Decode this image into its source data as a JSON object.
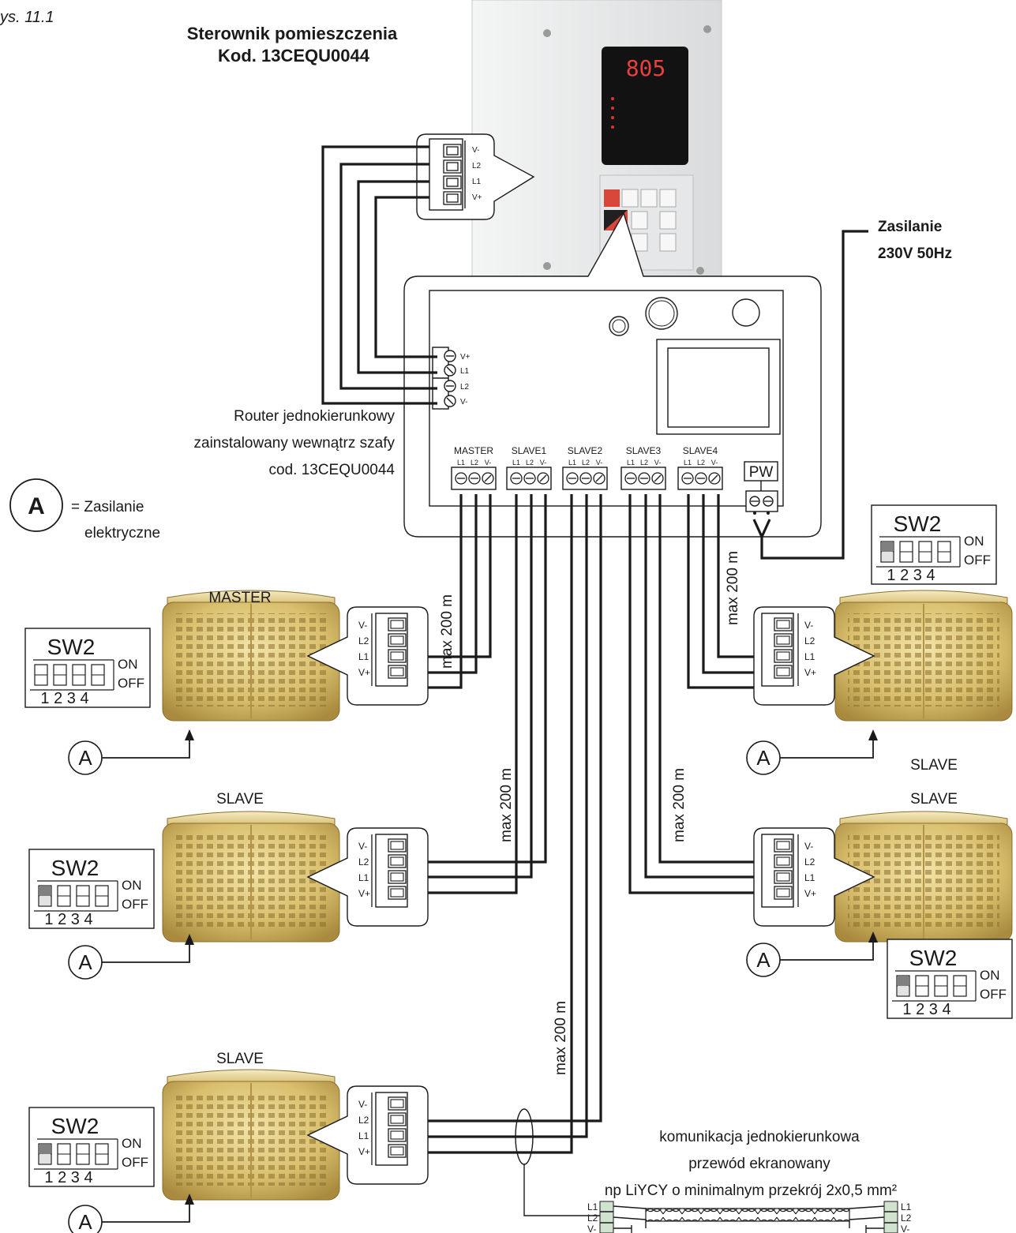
{
  "figure_label": "ys. 11.1",
  "controller": {
    "title_line1": "Sterownik pomieszczenia",
    "title_line2": "Kod. 13CEQU0044",
    "display_value": "805"
  },
  "power": {
    "line1": "Zasilanie",
    "line2": "230V 50Hz",
    "pw_label": "PW"
  },
  "router": {
    "caption_line1": "Router jednokierunkowy",
    "caption_line2": "zainstalowany wewnątrz szafy",
    "caption_line3": "cod. 13CEQU0044",
    "ports": [
      "MASTER",
      "SLAVE1",
      "SLAVE2",
      "SLAVE3",
      "SLAVE4"
    ],
    "port_pins": [
      "L1",
      "L2",
      "V-"
    ]
  },
  "terminal_pins": [
    "V-",
    "L2",
    "L1",
    "V+"
  ],
  "router_pins": [
    "V+",
    "L1",
    "L2",
    "V-"
  ],
  "legend": {
    "symbol": "A",
    "line1": "= Zasilanie",
    "line2": "elektryczne"
  },
  "cable_length": "max 200 m",
  "units": {
    "master": {
      "label": "MASTER",
      "sw_title": "SW2",
      "sw_on": "ON",
      "sw_off": "OFF",
      "sw_numbers": "1 2 3 4",
      "switch1_on": false
    },
    "slave_left_1": {
      "label": "SLAVE",
      "sw_title": "SW2",
      "sw_on": "ON",
      "sw_off": "OFF",
      "sw_numbers": "1 2 3 4",
      "switch1_on": true
    },
    "slave_left_2": {
      "label": "SLAVE",
      "sw_title": "SW2",
      "sw_on": "ON",
      "sw_off": "OFF",
      "sw_numbers": "1 2 3 4",
      "switch1_on": true
    },
    "slave_right_1": {
      "label": "SLAVE",
      "sw_title": "SW2",
      "sw_on": "ON",
      "sw_off": "OFF",
      "sw_numbers": "1 2 3 4",
      "switch1_on": true
    },
    "slave_right_2": {
      "label": "SLAVE",
      "sw_title": "SW2",
      "sw_on": "ON",
      "sw_off": "OFF",
      "sw_numbers": "1 2 3 4",
      "switch1_on": true
    }
  },
  "cable_note": {
    "line1": "komunikacja jednokierunkowa",
    "line2": "przewód ekranowany",
    "line3": "np LiYCY o minimalnym przekrój 2x0,5 mm²",
    "pins": [
      "L1",
      "L2",
      "V-"
    ]
  }
}
